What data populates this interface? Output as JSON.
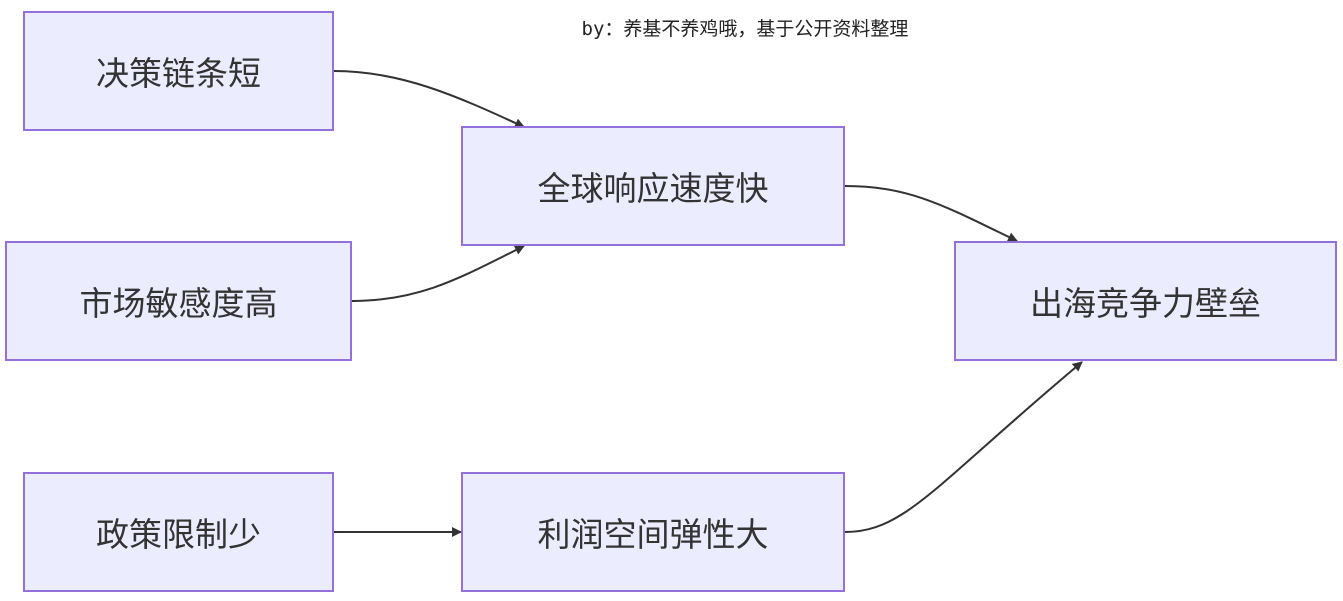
{
  "credit": "by：养基不养鸡哦，基于公开资料整理",
  "colors": {
    "node_fill": "#ececff",
    "node_border": "#9370db",
    "edge": "#333333",
    "text": "#333333"
  },
  "nodes": {
    "decision_chain": "决策链条短",
    "market_sensitivity": "市场敏感度高",
    "policy_limits": "政策限制少",
    "global_response": "全球响应速度快",
    "profit_elasticity": "利润空间弹性大",
    "overseas_moat": "出海竞争力壁垒"
  },
  "edges": [
    {
      "from": "decision_chain",
      "to": "global_response"
    },
    {
      "from": "market_sensitivity",
      "to": "global_response"
    },
    {
      "from": "policy_limits",
      "to": "profit_elasticity"
    },
    {
      "from": "global_response",
      "to": "overseas_moat"
    },
    {
      "from": "profit_elasticity",
      "to": "overseas_moat"
    }
  ]
}
